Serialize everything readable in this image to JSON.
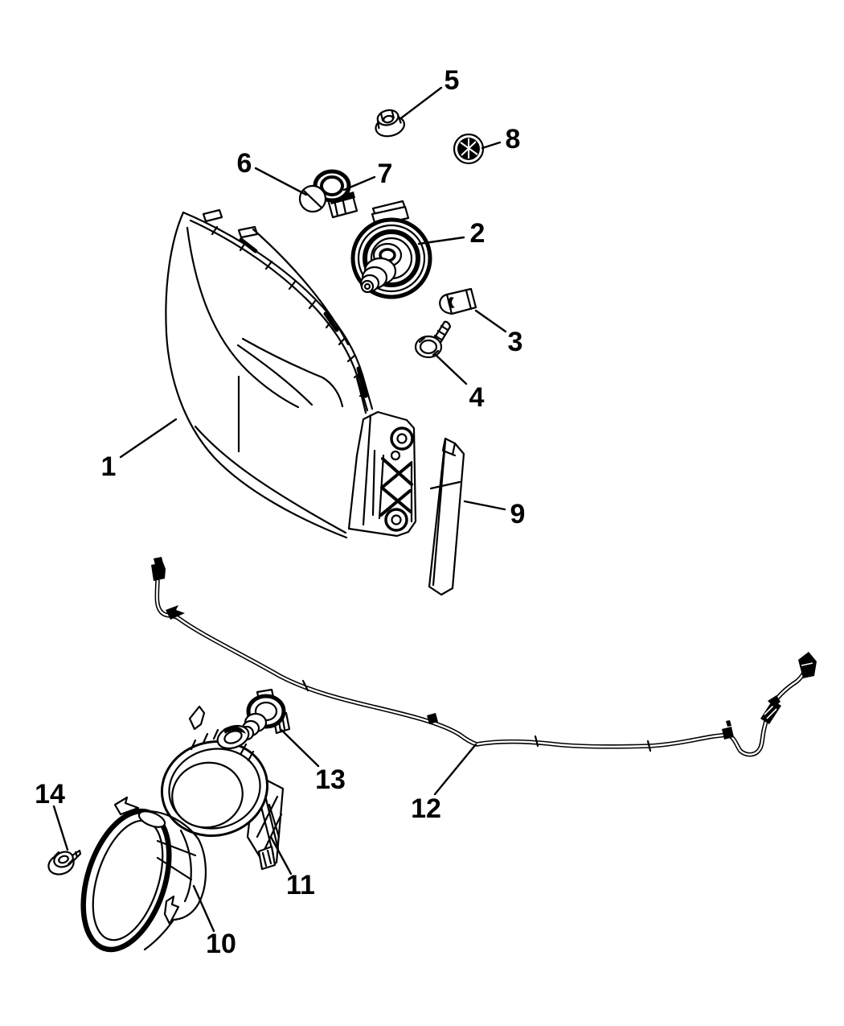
{
  "diagram": {
    "kind": "exploded-parts-line-drawing",
    "background_color": "#ffffff",
    "line_color": "#000000",
    "callouts": [
      {
        "number": "1",
        "part_name": "headlamp-assembly"
      },
      {
        "number": "2",
        "part_name": "headlamp-bulb-unit"
      },
      {
        "number": "3",
        "part_name": "retaining-clip"
      },
      {
        "number": "4",
        "part_name": "mounting-screw"
      },
      {
        "number": "5",
        "part_name": "mounting-nut"
      },
      {
        "number": "6",
        "part_name": "park-turn-bulb"
      },
      {
        "number": "7",
        "part_name": "bulb-socket"
      },
      {
        "number": "8",
        "part_name": "grommet"
      },
      {
        "number": "9",
        "part_name": "trim-strip"
      },
      {
        "number": "10",
        "part_name": "fog-lamp-shroud"
      },
      {
        "number": "11",
        "part_name": "fog-lamp"
      },
      {
        "number": "12",
        "part_name": "wiring-harness"
      },
      {
        "number": "13",
        "part_name": "fog-lamp-bulb"
      },
      {
        "number": "14",
        "part_name": "fog-lamp-screw"
      }
    ]
  }
}
